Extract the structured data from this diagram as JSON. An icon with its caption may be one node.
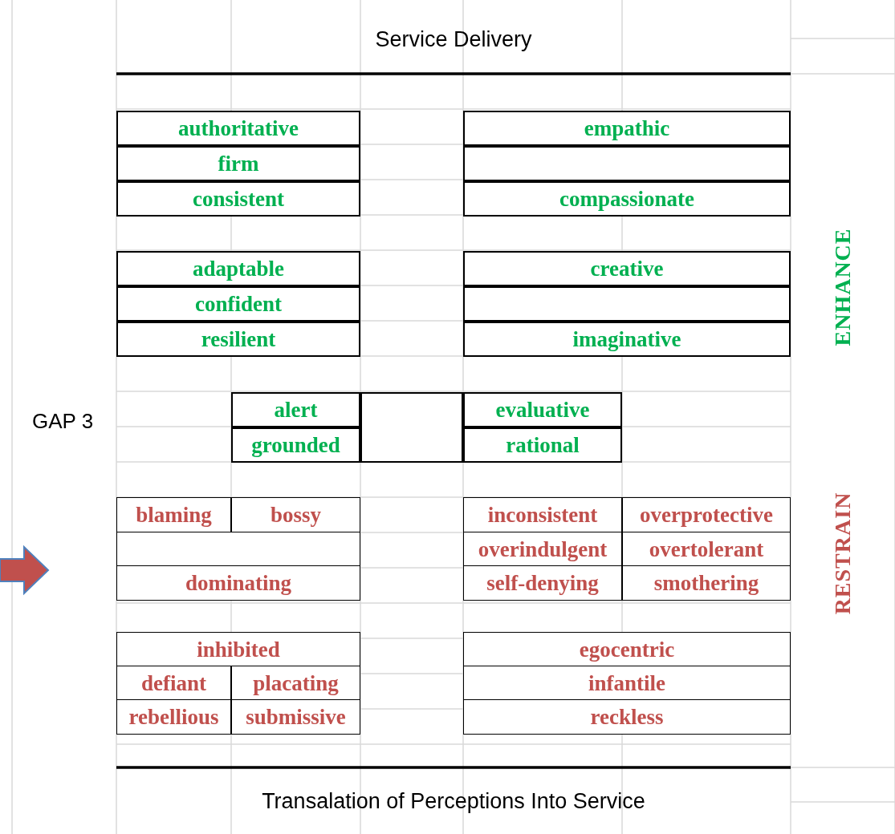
{
  "diagram": {
    "title": "Service Delivery",
    "caption": "Transalation of Perceptions Into Service",
    "nodes": [
      {
        "text": [
          "authoritative"
        ]
      },
      {
        "text": [
          "empathic"
        ]
      },
      {
        "text": [
          "firm"
        ]
      },
      {
        "text": [],
        "shape": "box"
      },
      {
        "text": [
          "consistent"
        ]
      },
      {
        "text": [
          "compassionate"
        ]
      },
      {
        "text": [
          "adaptable"
        ]
      },
      {
        "text": [
          "creative"
        ]
      },
      {
        "text": [
          "confident"
        ]
      },
      {
        "text": [],
        "shape": "box"
      },
      {
        "text": [
          "resilient"
        ]
      },
      {
        "text": [
          "imaginative"
        ]
      },
      {
        "text": [
          "alert"
        ]
      },
      {
        "text": [],
        "shape": "box"
      },
      {
        "text": [
          "evaluative"
        ]
      },
      {
        "text": [
          "grounded"
        ]
      },
      {
        "text": [
          "rational"
        ]
      },
      {
        "text": [
          "blaming"
        ]
      },
      {
        "text": [
          "bossy"
        ]
      },
      {
        "text": [
          "inconsistent"
        ]
      },
      {
        "text": [
          "overprotective"
        ]
      },
      {
        "text": [],
        "shape": "box"
      },
      {
        "text": [
          "overindulgent"
        ]
      },
      {
        "text": [
          "overtolerant"
        ]
      },
      {
        "text": [
          "dominating"
        ]
      },
      {
        "text": [
          "self-denying"
        ]
      },
      {
        "text": [
          "smothering"
        ]
      },
      {
        "text": [
          "inhibited"
        ]
      },
      {
        "text": [
          "egocentric"
        ]
      },
      {
        "text": [
          "defiant"
        ]
      },
      {
        "text": [
          "placating"
        ]
      },
      {
        "text": [
          "infantile"
        ]
      },
      {
        "text": [
          "rebellious"
        ]
      },
      {
        "text": [
          "submissive"
        ]
      },
      {
        "text": [
          "reckless"
        ]
      }
    ],
    "labels": [
      "GAP 3",
      "ENHANCE",
      "RESTRAIN"
    ]
  }
}
